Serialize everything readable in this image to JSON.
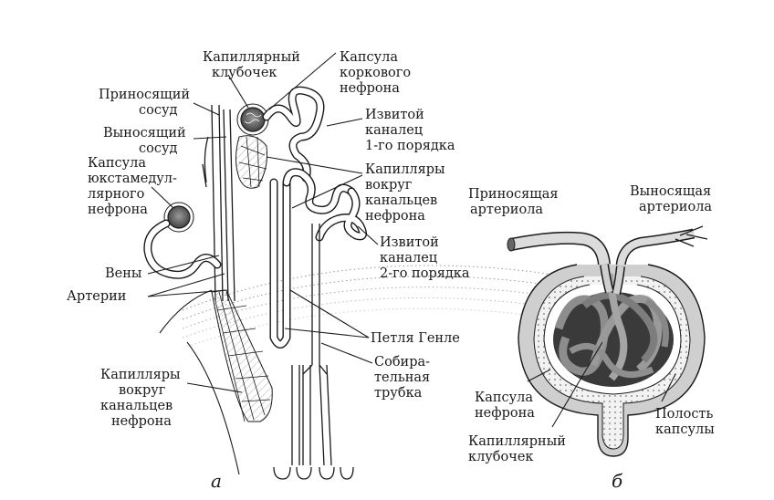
{
  "figure_a": {
    "letter": "а",
    "labels": {
      "capillary_glomerulus": [
        "Капиллярный",
        "клубочек"
      ],
      "cortical_capsule": [
        "Капсула",
        "коркового",
        "нефрона"
      ],
      "afferent_vessel": [
        "Приносящий",
        "сосуд"
      ],
      "efferent_vessel": [
        "Выносящий",
        "сосуд"
      ],
      "convoluted_tubule_1": [
        "Извитой",
        "каналец",
        "1-го порядка"
      ],
      "juxtamedullary_capsule": [
        "Капсула",
        "юкстамедул-",
        "лярного",
        "нефрона"
      ],
      "peritubular_capillaries_top": [
        "Капилляры",
        "вокруг",
        "канальцев",
        "нефрона"
      ],
      "convoluted_tubule_2": [
        "Извитой",
        "каналец",
        "2-го порядка"
      ],
      "veins": "Вены",
      "arteries": "Артерии",
      "loop_of_henle": "Петля Генле",
      "collecting_duct": [
        "Собира-",
        "тельная",
        "трубка"
      ],
      "peritubular_capillaries_bottom": [
        "Капилляры",
        "вокруг",
        "канальцев",
        "нефрона"
      ]
    }
  },
  "figure_b": {
    "letter": "б",
    "labels": {
      "afferent_arteriole": [
        "Приносящая",
        "артериола"
      ],
      "efferent_arteriole": [
        "Выносящая",
        "артериола"
      ],
      "nephron_capsule": [
        "Капсула",
        "нефрона"
      ],
      "capillary_glomerulus": [
        "Капиллярный",
        "клубочек"
      ],
      "capsule_cavity": [
        "Полость",
        "капсулы"
      ]
    }
  },
  "colors": {
    "ink": "#1a1a1a",
    "capsule_fill": "#c9c9c9",
    "glomerulus_dark": "#2a2a2a",
    "glomerulus_light": "#8a8a8a"
  }
}
